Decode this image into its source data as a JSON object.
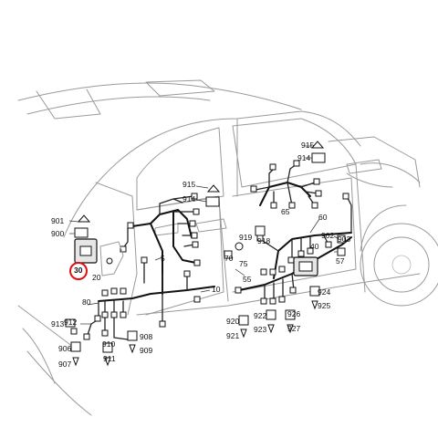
{
  "highlight_color": "#dd1111",
  "highlighted_part": "30",
  "labels": {
    "p901": "901",
    "p900": "900",
    "p30": "30",
    "p20": "20",
    "p80": "80",
    "p913": "913",
    "p912": "912",
    "p906": "906",
    "p907": "907",
    "p910": "910",
    "p911": "911",
    "p908": "908",
    "p909": "909",
    "p5": "5",
    "p10": "10",
    "p915a": "915",
    "p914a": "914",
    "p70": "70",
    "p75": "75",
    "p919": "919",
    "p918": "918",
    "p55": "55",
    "p920": "920",
    "p921": "921",
    "p922": "922",
    "p923": "923",
    "p926": "926",
    "p927": "927",
    "p915b": "915",
    "p914b": "914",
    "p65": "65",
    "p60": "60",
    "p902": "902",
    "p903": "903",
    "p40": "40",
    "p57": "57",
    "p924": "924",
    "p925": "925"
  }
}
